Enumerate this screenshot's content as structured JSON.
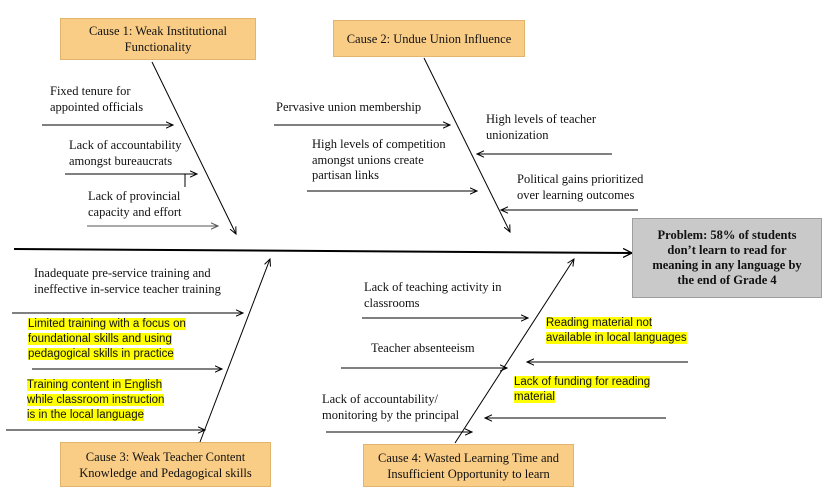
{
  "problem": {
    "lines": [
      "Problem:  58% of students",
      "don’t learn to read for",
      "meaning in any language by",
      "the end of Grade 4"
    ]
  },
  "causes": [
    {
      "id": "cause1",
      "lines": [
        "Cause 1: Weak Institutional",
        "Functionality"
      ]
    },
    {
      "id": "cause2",
      "lines": [
        "Cause 2: Undue Union Influence"
      ]
    },
    {
      "id": "cause3",
      "lines": [
        "Cause 3: Weak Teacher Content",
        "Knowledge and Pedagogical skills"
      ]
    },
    {
      "id": "cause4",
      "lines": [
        "Cause 4: Wasted Learning Time and",
        "Insufficient Opportunity to learn"
      ]
    }
  ],
  "cause1_factors": [
    [
      "Fixed tenure for",
      "appointed officials"
    ],
    [
      "Lack of accountability",
      "amongst bureaucrats"
    ],
    [
      "Lack of provincial",
      "capacity and effort"
    ]
  ],
  "cause2_factors": [
    [
      "Pervasive union membership"
    ],
    [
      "High levels of teacher",
      "unionization"
    ],
    [
      "High levels of competition",
      "amongst unions create",
      "partisan links"
    ],
    [
      "Political gains prioritized",
      "over learning outcomes"
    ]
  ],
  "cause3_factors": [
    [
      "Inadequate pre-service training and",
      "ineffective in-service teacher training"
    ]
  ],
  "cause3_highlighted": [
    [
      "Limited training with a focus on",
      "foundational skills and using",
      "pedagogical skills in practice"
    ],
    [
      "Training content in English",
      "while classroom instruction",
      "is in the local language"
    ]
  ],
  "cause4_factors": [
    [
      "Lack of teaching activity in",
      "classrooms"
    ],
    [
      "Teacher absenteeism"
    ],
    [
      "Lack of accountability/",
      "monitoring by the principal"
    ]
  ],
  "cause4_highlighted": [
    [
      "Reading material not",
      "available in local languages"
    ],
    [
      "Lack of funding for reading",
      "material"
    ]
  ],
  "colors": {
    "cause_box": "#f9cd86",
    "problem_box": "#c9c9c9",
    "highlight": "#ffff00",
    "line": "#000000"
  }
}
